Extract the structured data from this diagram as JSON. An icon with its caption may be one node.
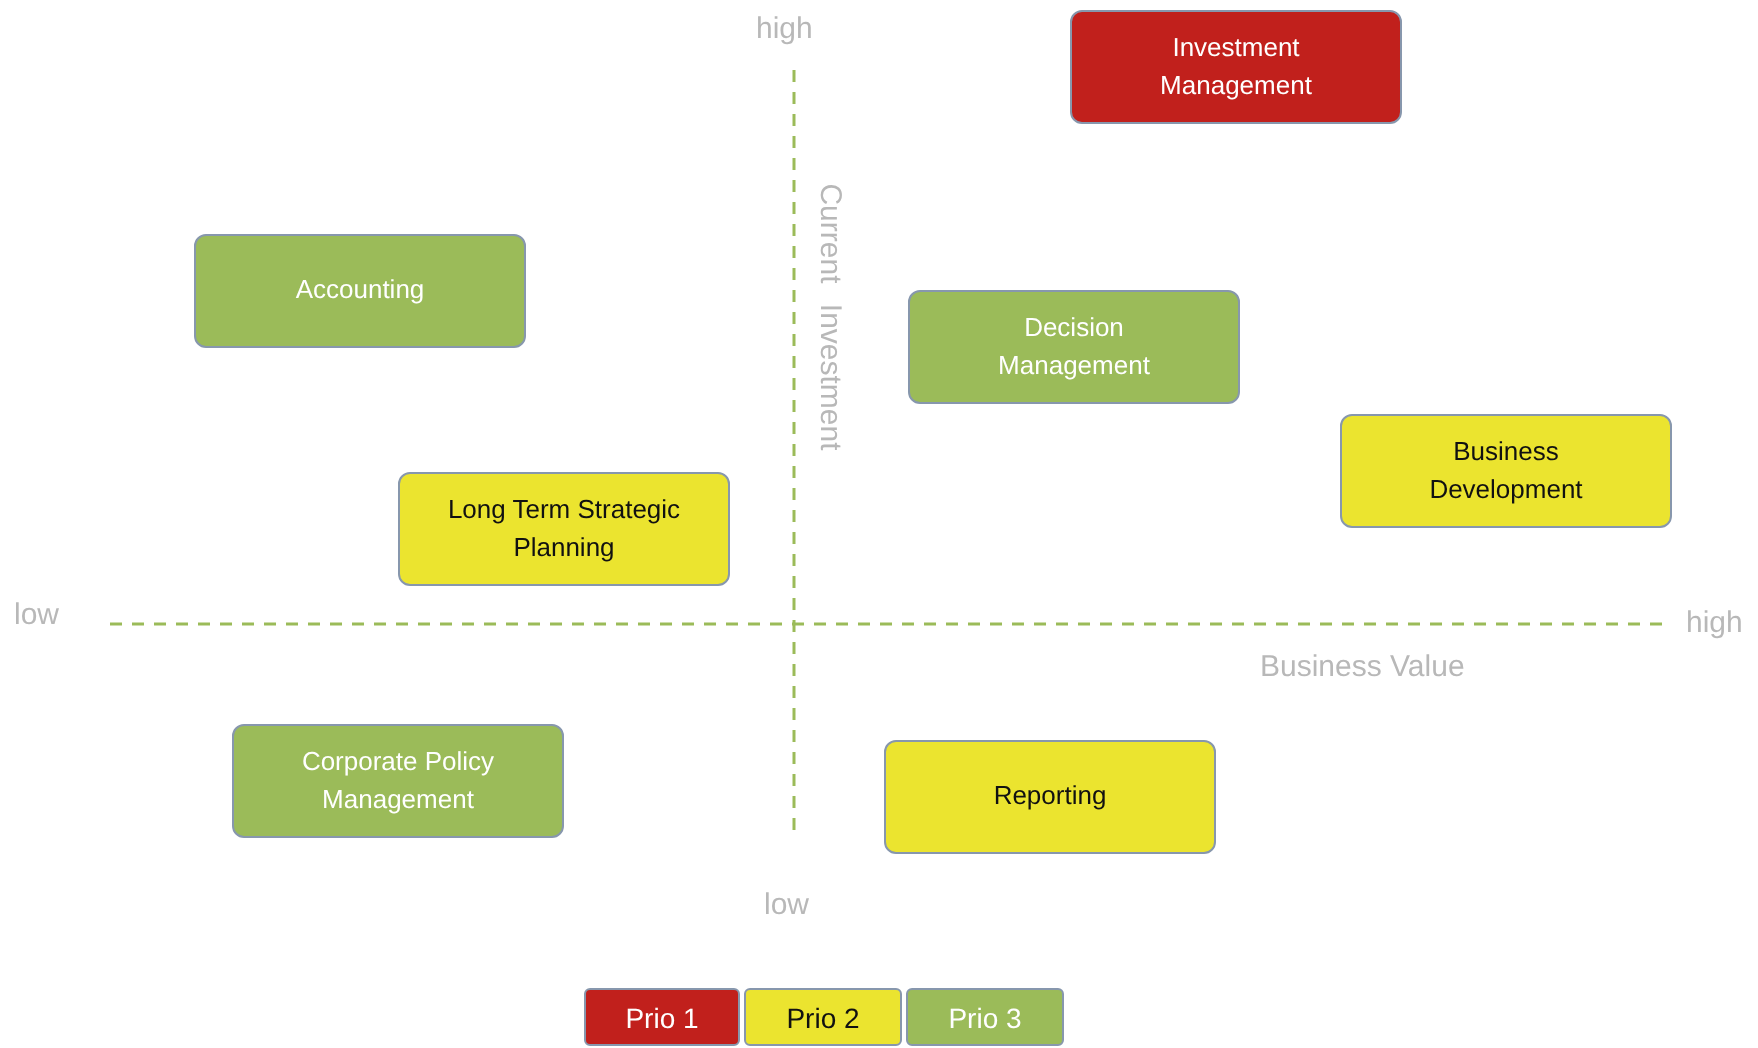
{
  "diagram": {
    "nodes": [
      {
        "text": [
          "Investment Management"
        ]
      },
      {
        "text": [
          "Accounting"
        ]
      },
      {
        "text": [
          "Decision Management"
        ]
      },
      {
        "text": [
          "Business Development"
        ]
      },
      {
        "text": [
          "Long Term Strategic Planning"
        ]
      },
      {
        "text": [
          "Corporate Policy Management"
        ]
      },
      {
        "text": [
          "Reporting"
        ]
      }
    ],
    "labels": [
      "high",
      "Current Investment",
      "low",
      "high",
      "Business Value",
      "low"
    ],
    "legend": [
      {
        "text": "Prio 1",
        "color": "#c1201c"
      },
      {
        "text": "Prio 2",
        "color": "#ebe42f"
      },
      {
        "text": "Prio 3",
        "color": "#9bbb59"
      }
    ]
  }
}
